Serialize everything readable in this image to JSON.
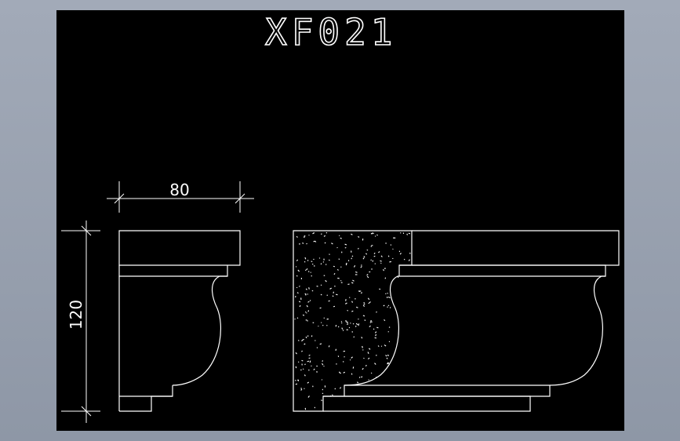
{
  "drawing": {
    "title": "XF021",
    "dimensions": {
      "width_label": "80",
      "height_label": "120"
    }
  },
  "colors": {
    "background": "#000000",
    "line": "#ffffff",
    "surround": "#9aa2b0"
  }
}
